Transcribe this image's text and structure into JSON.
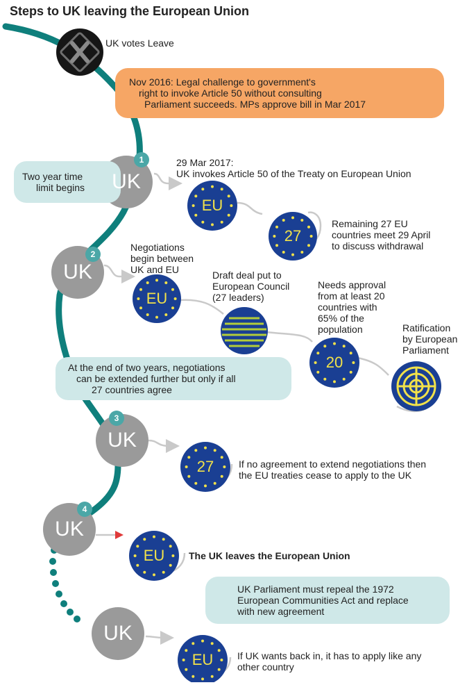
{
  "title": "Steps to UK leaving the European Union",
  "colors": {
    "teal_path": "#0f7f7c",
    "eu_blue": "#1a3f93",
    "eu_yellow": "#f1e14a",
    "uk_grey": "#9a9a9a",
    "orange_box": "#f6a665",
    "teal_box": "#cfe8e8",
    "badge": "#4ba7a7",
    "arrow": "#c9c9c9",
    "red_arrow": "#e03a3a"
  },
  "start": {
    "icon": "ballot-x-icon",
    "label": "UK votes Leave"
  },
  "legal_challenge": {
    "lines": [
      "Nov 2016: Legal challenge to government's",
      "right to invoke Article 50 without consulting",
      "Parliament succeeds. MPs approve bill in Mar 2017"
    ]
  },
  "step1": {
    "badge": "1",
    "uk": "UK",
    "time_limit": [
      "Two year time",
      "limit begins"
    ],
    "date": "29 Mar 2017:",
    "invoke": "UK invokes Article 50 of the Treaty on European Union",
    "eu": "EU",
    "eu27": "27",
    "remaining": [
      "Remaining 27 EU",
      "countries meet 29 April",
      "to discuss withdrawal"
    ]
  },
  "step2": {
    "badge": "2",
    "uk": "UK",
    "negotiations": [
      "Negotiations",
      "begin between",
      "UK and EU"
    ],
    "eu": "EU",
    "draft": [
      "Draft deal put to",
      "European Council",
      "(27 leaders)"
    ],
    "council_icon": "european-council-icon",
    "approval": [
      "Needs approval",
      "from at least 20",
      "countries with",
      "65% of the",
      "population"
    ],
    "eu20": "20",
    "ratification": [
      "Ratification",
      "by European",
      "Parliament"
    ],
    "parliament_icon": "european-parliament-icon",
    "extension": [
      "At the end of two years, negotiations",
      "can be extended further but only if all",
      "27 countries agree"
    ]
  },
  "step3": {
    "badge": "3",
    "uk": "UK",
    "eu27": "27",
    "no_agreement": [
      "If no agreement to extend negotiations then",
      "the EU treaties cease to apply to the UK"
    ]
  },
  "step4": {
    "badge": "4",
    "uk": "UK",
    "eu": "EU",
    "leaves": "The UK leaves the European Union",
    "repeal": [
      "UK Parliament must repeal the 1972",
      "European Communities Act and replace",
      "with new agreement"
    ]
  },
  "final": {
    "uk": "UK",
    "eu": "EU",
    "rejoin": [
      "If UK wants back in, it has to apply like any",
      "other country"
    ]
  }
}
